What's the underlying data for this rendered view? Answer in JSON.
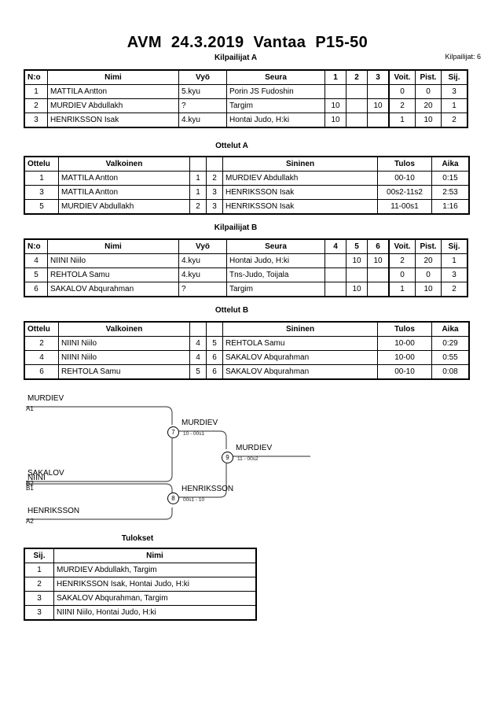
{
  "header": {
    "title_parts": [
      "AVM",
      "24.3.2019",
      "Vantaa",
      "P15-50"
    ],
    "competitor_count_label": "Kilpailijat: 6"
  },
  "sections": {
    "pool_a_caption": "Kilpailijat A",
    "matches_a_caption": "Ottelut A",
    "pool_b_caption": "Kilpailijat B",
    "matches_b_caption": "Ottelut B",
    "results_caption": "Tulokset"
  },
  "pool_headers": {
    "no": "N:o",
    "name": "Nimi",
    "belt": "Vyö",
    "club": "Seura",
    "wins": "Voit.",
    "points": "Pist.",
    "rank": "Sij."
  },
  "pool_a": {
    "match_columns": [
      "1",
      "2",
      "3"
    ],
    "rows": [
      {
        "no": "1",
        "name": "MATTILA Antton",
        "belt": "5.kyu",
        "club": "Porin JS Fudoshin",
        "scores": [
          "",
          "",
          ""
        ],
        "wins": "0",
        "points": "0",
        "rank": "3"
      },
      {
        "no": "2",
        "name": "MURDIEV Abdullakh",
        "belt": "?",
        "club": "Targim",
        "scores": [
          "10",
          "",
          "10"
        ],
        "wins": "2",
        "points": "20",
        "rank": "1"
      },
      {
        "no": "3",
        "name": "HENRIKSSON Isak",
        "belt": "4.kyu",
        "club": "Hontai Judo, H:ki",
        "scores": [
          "10",
          "",
          ""
        ],
        "wins": "1",
        "points": "10",
        "rank": "2"
      }
    ]
  },
  "pool_b": {
    "match_columns": [
      "4",
      "5",
      "6"
    ],
    "rows": [
      {
        "no": "4",
        "name": "NIINI Niilo",
        "belt": "4.kyu",
        "club": "Hontai Judo, H:ki",
        "scores": [
          "",
          "10",
          "10"
        ],
        "wins": "2",
        "points": "20",
        "rank": "1"
      },
      {
        "no": "5",
        "name": "REHTOLA Samu",
        "belt": "4.kyu",
        "club": "Tns-Judo, Toijala",
        "scores": [
          "",
          "",
          ""
        ],
        "wins": "0",
        "points": "0",
        "rank": "3"
      },
      {
        "no": "6",
        "name": "SAKALOV Abqurahman",
        "belt": "?",
        "club": "Targim",
        "scores": [
          "",
          "10",
          ""
        ],
        "wins": "1",
        "points": "10",
        "rank": "2"
      }
    ]
  },
  "match_headers": {
    "match": "Ottelu",
    "white": "Valkoinen",
    "blue": "Sininen",
    "result": "Tulos",
    "time": "Aika"
  },
  "matches_a": [
    {
      "match": "1",
      "white": "MATTILA Antton",
      "white_no": "1",
      "blue_no": "2",
      "blue": "MURDIEV Abdullakh",
      "result": "00-10",
      "time": "0:15"
    },
    {
      "match": "3",
      "white": "MATTILA Antton",
      "white_no": "1",
      "blue_no": "3",
      "blue": "HENRIKSSON Isak",
      "result": "00s2-11s2",
      "time": "2:53"
    },
    {
      "match": "5",
      "white": "MURDIEV Abdullakh",
      "white_no": "2",
      "blue_no": "3",
      "blue": "HENRIKSSON Isak",
      "result": "11-00s1",
      "time": "1:16"
    }
  ],
  "matches_b": [
    {
      "match": "2",
      "white": "NIINI Niilo",
      "white_no": "4",
      "blue_no": "5",
      "blue": "REHTOLA Samu",
      "result": "10-00",
      "time": "0:29"
    },
    {
      "match": "4",
      "white": "NIINI Niilo",
      "white_no": "4",
      "blue_no": "6",
      "blue": "SAKALOV Abqurahman",
      "result": "10-00",
      "time": "0:55"
    },
    {
      "match": "6",
      "white": "REHTOLA Samu",
      "white_no": "5",
      "blue_no": "6",
      "blue": "SAKALOV Abqurahman",
      "result": "00-10",
      "time": "0:08"
    }
  ],
  "bracket": {
    "entries": [
      {
        "name": "MURDIEV",
        "seed": "A1"
      },
      {
        "name": "SAKALOV",
        "seed": "B2"
      },
      {
        "name": "NIINI",
        "seed": "B1"
      },
      {
        "name": "HENRIKSSON",
        "seed": "A2"
      }
    ],
    "nodes": [
      {
        "number": "7",
        "winner": "MURDIEV",
        "score": "10 - 00s1"
      },
      {
        "number": "8",
        "winner": "HENRIKSSON",
        "score": "00s1 - 10"
      },
      {
        "number": "9",
        "winner": "MURDIEV",
        "score": "11 - 00s2"
      }
    ]
  },
  "results_headers": {
    "rank": "Sij.",
    "name": "Nimi"
  },
  "results": [
    {
      "rank": "1",
      "name": "MURDIEV Abdullakh, Targim"
    },
    {
      "rank": "2",
      "name": "HENRIKSSON Isak, Hontai Judo, H:ki"
    },
    {
      "rank": "3",
      "name": "SAKALOV Abqurahman, Targim"
    },
    {
      "rank": "3",
      "name": "NIINI Niilo, Hontai Judo, H:ki"
    }
  ]
}
